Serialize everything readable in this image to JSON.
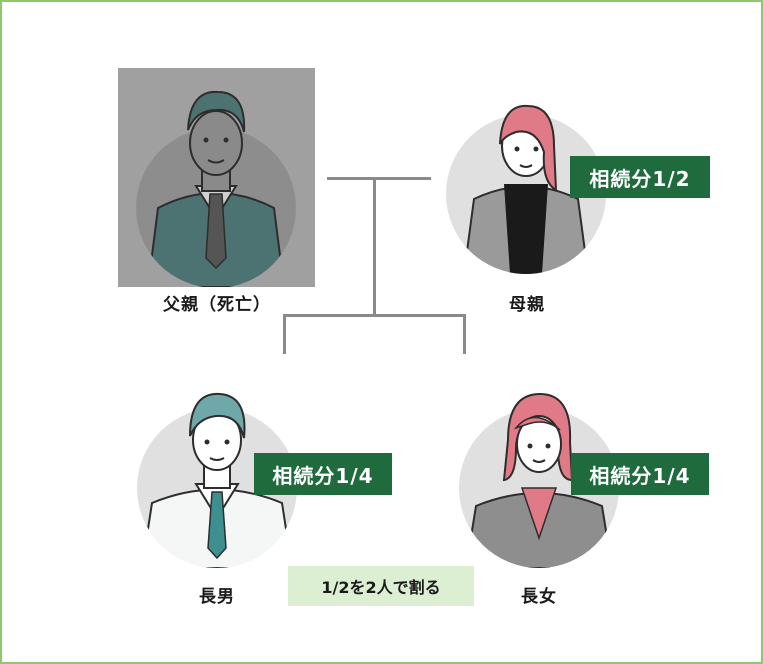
{
  "people": {
    "father": {
      "label": "父親（死亡）"
    },
    "mother": {
      "label": "母親",
      "share": "相続分1/2"
    },
    "son": {
      "label": "長男",
      "share": "相続分1/4"
    },
    "daughter": {
      "label": "長女",
      "share": "相続分1/4"
    }
  },
  "note": "1/2を2人で割る",
  "colors": {
    "border": "#8cc86e",
    "share_bg": "#1f6b3d",
    "note_bg": "#dcefd2",
    "connector": "#8a8a8a",
    "deceased_overlay": "#a0a0a0"
  }
}
